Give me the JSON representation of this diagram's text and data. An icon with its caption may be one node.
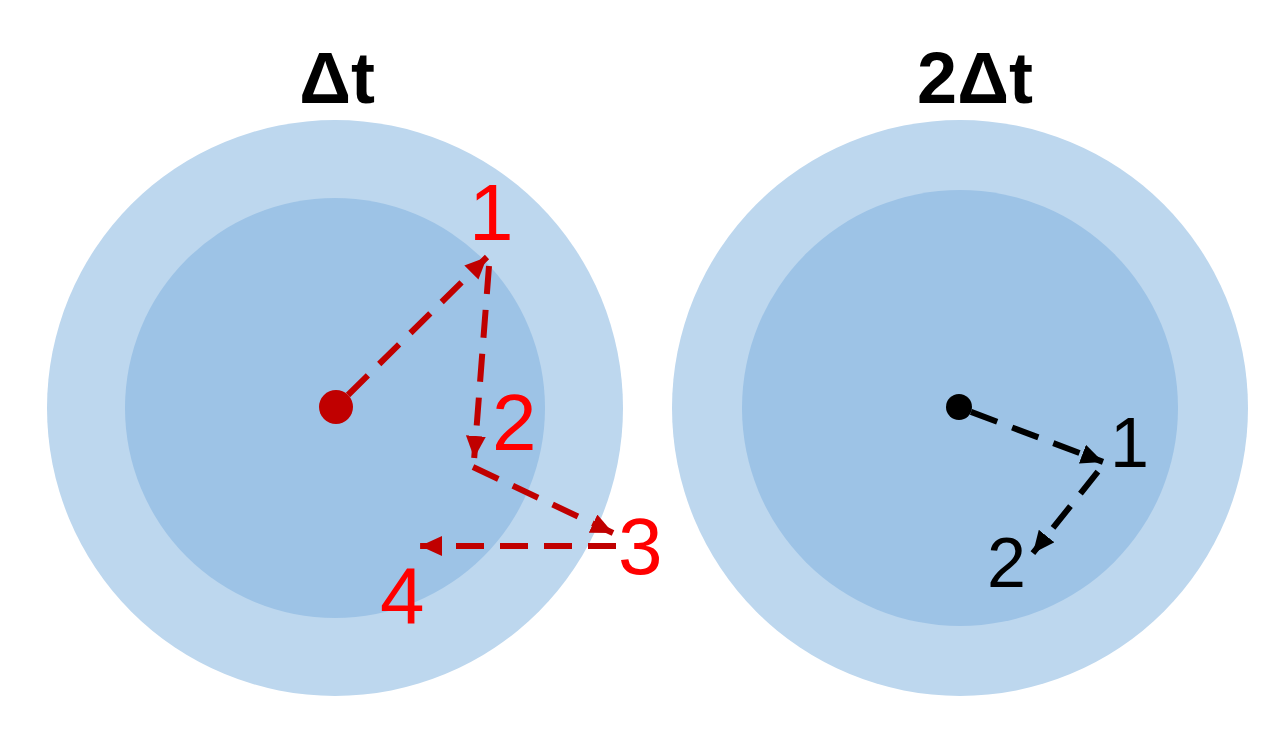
{
  "diagram": {
    "nodes": [
      {
        "text": [
          "Δt"
        ]
      },
      {
        "text": [],
        "shape": "circle",
        "in": 0
      },
      {
        "text": [],
        "shape": "circle",
        "in": 1
      },
      {
        "text": [
          "1"
        ],
        "in": 0
      },
      {
        "text": [
          "2"
        ],
        "in": 1
      },
      {
        "text": [
          "3"
        ]
      },
      {
        "text": [
          "4"
        ],
        "in": 0
      },
      {
        "text": [
          "2Δt"
        ]
      },
      {
        "text": [],
        "shape": "circle",
        "in": 7
      },
      {
        "text": [],
        "shape": "circle",
        "in": 8
      },
      {
        "text": [
          "1"
        ],
        "in": 8
      },
      {
        "text": [
          "2"
        ],
        "in": 8
      }
    ],
    "edges": [
      {
        "from": 2,
        "to": 3,
        "arrow": "to",
        "style": "dashed"
      },
      {
        "from": 3,
        "to": 4,
        "arrow": "to",
        "style": "dashed"
      },
      {
        "from": 4,
        "to": 5,
        "arrow": "to",
        "style": "dashed"
      },
      {
        "from": 5,
        "to": 6,
        "arrow": "to",
        "style": "dashed"
      },
      {
        "from": 9,
        "to": 10,
        "arrow": "to",
        "style": "dashed",
        "color": "#000000"
      },
      {
        "from": 10,
        "to": 11,
        "arrow": "to",
        "style": "dashed",
        "color": "#000000"
      }
    ]
  }
}
